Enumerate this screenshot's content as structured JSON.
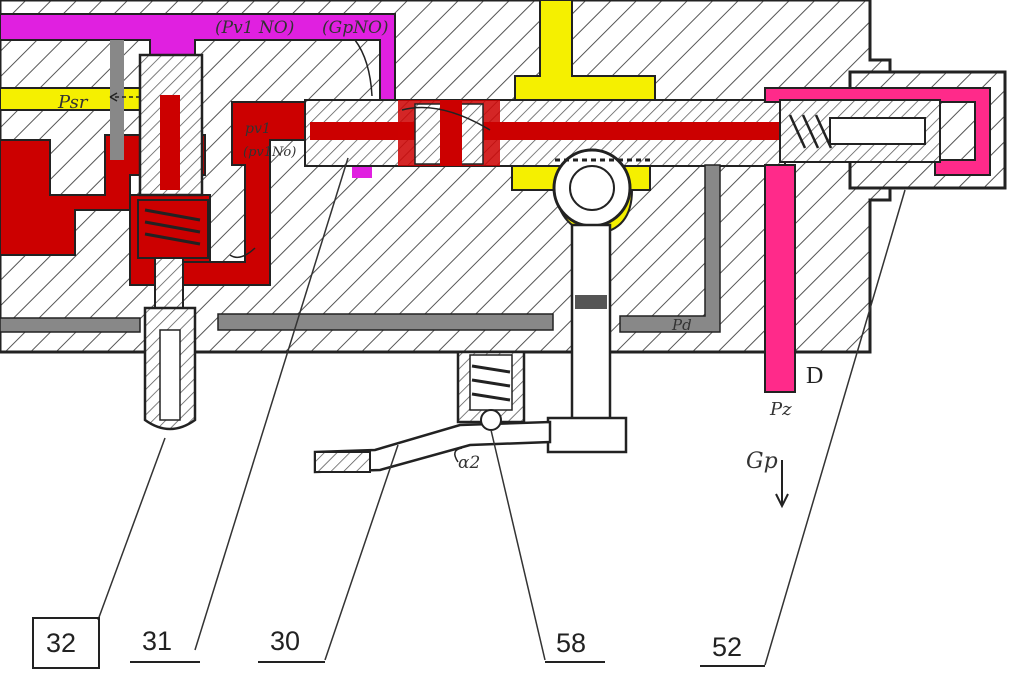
{
  "labels": {
    "p_sr": "Psr",
    "p_v1_no": "(Pv1 NO)",
    "g_p_no": "(GpNO)",
    "p_v1": "pv1",
    "p_v1_no_inner": "(pv1No)",
    "p_d": "Pd",
    "d": "D",
    "p_z": "Pz",
    "g_p": "Gp",
    "alpha2": "α2"
  },
  "callouts": [
    "32",
    "31",
    "30",
    "58",
    "52"
  ],
  "colors": {
    "body_hatch": "#444444",
    "red_channel": "#cc0000",
    "magenta_channel": "#e020e0",
    "pink_channel": "#ff2a8a",
    "yellow_channel": "#f5f000",
    "gray_channel": "#888888"
  }
}
